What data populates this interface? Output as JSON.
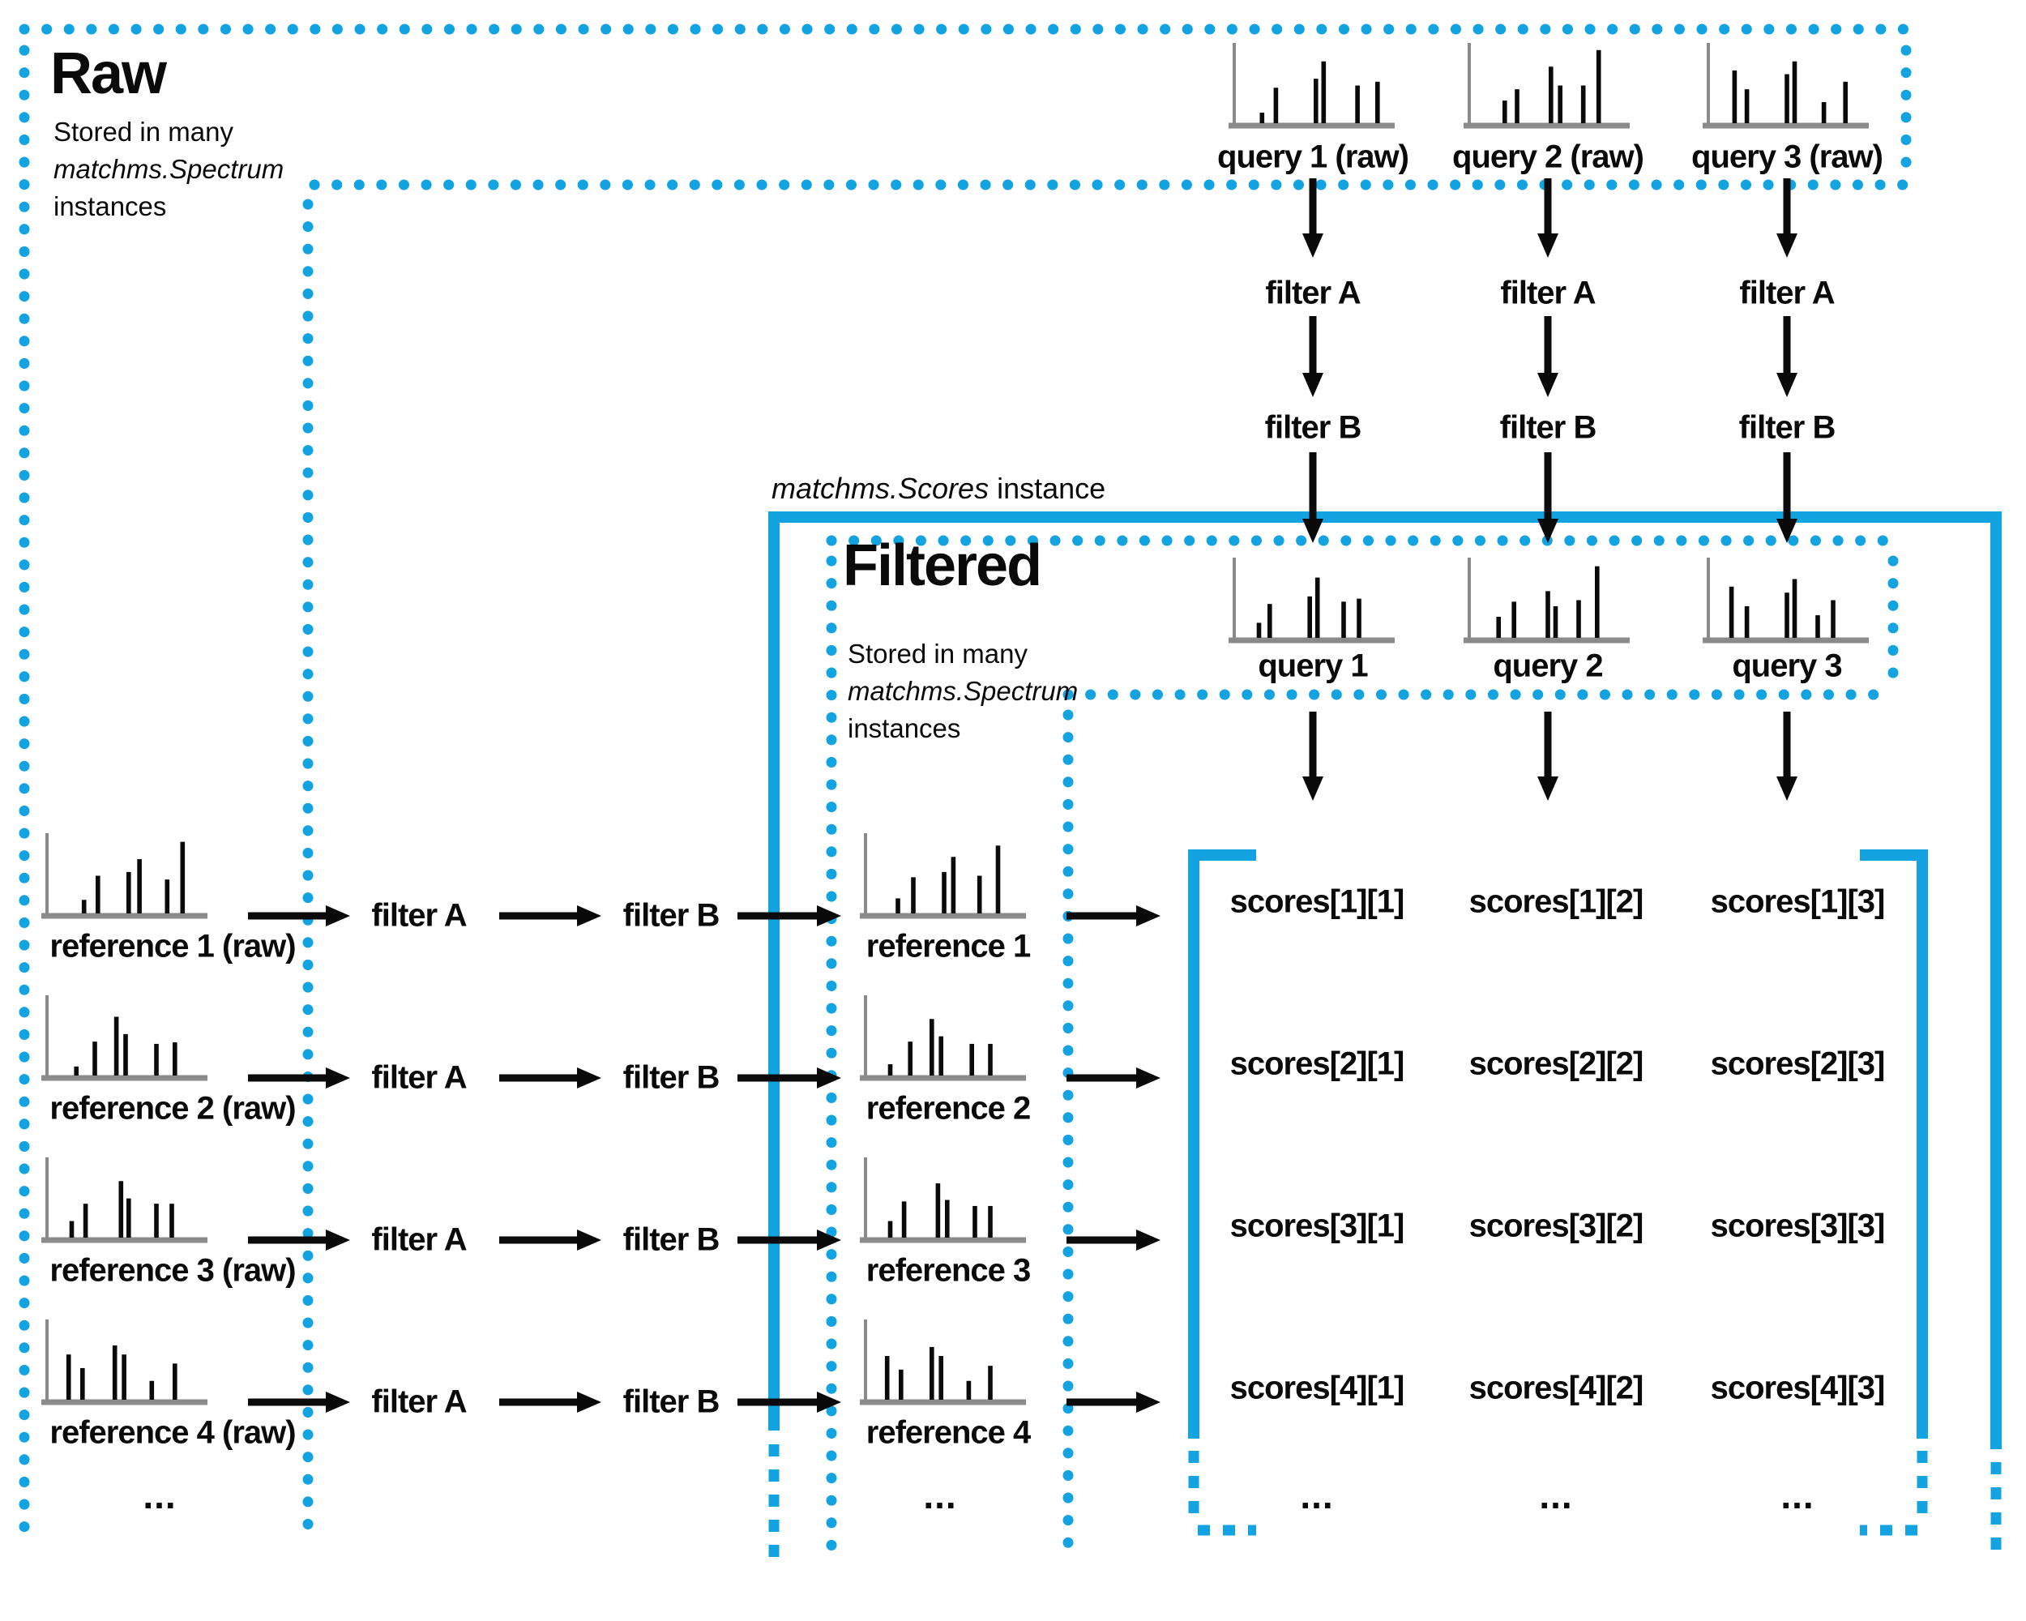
{
  "colors": {
    "accent_blue": "#12a3e0",
    "text_black": "#0a0a0a",
    "axis_gray": "#8a8a8a"
  },
  "raw_box": {
    "title": "Raw",
    "subtitle": [
      "Stored in many",
      "matchms.Spectrum",
      "instances"
    ]
  },
  "filtered_box": {
    "title": "Filtered",
    "subtitle": [
      "Stored in many",
      "matchms.Spectrum",
      "instances"
    ]
  },
  "scores_box": {
    "label_italic": "matchms.Scores",
    "label_regular": " instance"
  },
  "labels": {
    "filter_a": "filter A",
    "filter_b": "filter B",
    "ellipsis": "..."
  },
  "queries": {
    "raw": [
      "query 1 (raw)",
      "query 2 (raw)",
      "query 3 (raw)"
    ],
    "filtered": [
      "query 1",
      "query 2",
      "query 3"
    ]
  },
  "references": {
    "raw": [
      "reference 1 (raw)",
      "reference 2 (raw)",
      "reference 3 (raw)",
      "reference 4 (raw)"
    ],
    "filtered": [
      "reference 1",
      "reference 2",
      "reference 3",
      "reference 4"
    ]
  },
  "scores": {
    "rows": [
      [
        "scores[1][1]",
        "scores[1][2]",
        "scores[1][3]"
      ],
      [
        "scores[2][1]",
        "scores[2][2]",
        "scores[2][3]"
      ],
      [
        "scores[3][1]",
        "scores[3][2]",
        "scores[3][3]"
      ],
      [
        "scores[4][1]",
        "scores[4][2]",
        "scores[4][3]"
      ]
    ]
  },
  "spectra": {
    "raw_q1": [
      [
        0.17,
        0.14
      ],
      [
        0.26,
        0.47
      ],
      [
        0.52,
        0.59
      ],
      [
        0.57,
        0.82
      ],
      [
        0.79,
        0.5
      ],
      [
        0.92,
        0.55
      ]
    ],
    "raw_q2": [
      [
        0.22,
        0.3
      ],
      [
        0.3,
        0.45
      ],
      [
        0.52,
        0.75
      ],
      [
        0.58,
        0.5
      ],
      [
        0.73,
        0.5
      ],
      [
        0.83,
        0.97
      ]
    ],
    "raw_q3": [
      [
        0.16,
        0.7
      ],
      [
        0.24,
        0.45
      ],
      [
        0.5,
        0.65
      ],
      [
        0.55,
        0.82
      ],
      [
        0.74,
        0.28
      ],
      [
        0.88,
        0.55
      ]
    ],
    "flt_q1": [
      [
        0.15,
        0.2
      ],
      [
        0.22,
        0.45
      ],
      [
        0.48,
        0.55
      ],
      [
        0.53,
        0.8
      ],
      [
        0.7,
        0.48
      ],
      [
        0.8,
        0.52
      ]
    ],
    "flt_q2": [
      [
        0.18,
        0.28
      ],
      [
        0.28,
        0.48
      ],
      [
        0.5,
        0.62
      ],
      [
        0.55,
        0.42
      ],
      [
        0.7,
        0.5
      ],
      [
        0.82,
        0.95
      ]
    ],
    "flt_q3": [
      [
        0.14,
        0.68
      ],
      [
        0.24,
        0.42
      ],
      [
        0.5,
        0.6
      ],
      [
        0.55,
        0.78
      ],
      [
        0.7,
        0.3
      ],
      [
        0.8,
        0.5
      ]
    ],
    "raw_r1": [
      [
        0.23,
        0.18
      ],
      [
        0.32,
        0.5
      ],
      [
        0.52,
        0.55
      ],
      [
        0.59,
        0.72
      ],
      [
        0.77,
        0.45
      ],
      [
        0.87,
        0.95
      ]
    ],
    "raw_r2": [
      [
        0.18,
        0.12
      ],
      [
        0.3,
        0.45
      ],
      [
        0.44,
        0.78
      ],
      [
        0.5,
        0.55
      ],
      [
        0.7,
        0.42
      ],
      [
        0.82,
        0.44
      ]
    ],
    "raw_r3": [
      [
        0.15,
        0.22
      ],
      [
        0.24,
        0.45
      ],
      [
        0.47,
        0.75
      ],
      [
        0.52,
        0.52
      ],
      [
        0.7,
        0.45
      ],
      [
        0.8,
        0.45
      ]
    ],
    "raw_r4": [
      [
        0.13,
        0.6
      ],
      [
        0.22,
        0.42
      ],
      [
        0.43,
        0.72
      ],
      [
        0.49,
        0.6
      ],
      [
        0.67,
        0.25
      ],
      [
        0.82,
        0.48
      ]
    ],
    "flt_r1": [
      [
        0.2,
        0.2
      ],
      [
        0.3,
        0.48
      ],
      [
        0.5,
        0.55
      ],
      [
        0.56,
        0.75
      ],
      [
        0.73,
        0.5
      ],
      [
        0.85,
        0.9
      ]
    ],
    "flt_r2": [
      [
        0.15,
        0.15
      ],
      [
        0.28,
        0.45
      ],
      [
        0.42,
        0.75
      ],
      [
        0.48,
        0.52
      ],
      [
        0.68,
        0.42
      ],
      [
        0.8,
        0.42
      ]
    ],
    "flt_r3": [
      [
        0.15,
        0.22
      ],
      [
        0.24,
        0.48
      ],
      [
        0.46,
        0.72
      ],
      [
        0.52,
        0.5
      ],
      [
        0.7,
        0.42
      ],
      [
        0.8,
        0.42
      ]
    ],
    "flt_r4": [
      [
        0.13,
        0.58
      ],
      [
        0.22,
        0.4
      ],
      [
        0.42,
        0.7
      ],
      [
        0.48,
        0.58
      ],
      [
        0.66,
        0.25
      ],
      [
        0.8,
        0.45
      ]
    ]
  }
}
